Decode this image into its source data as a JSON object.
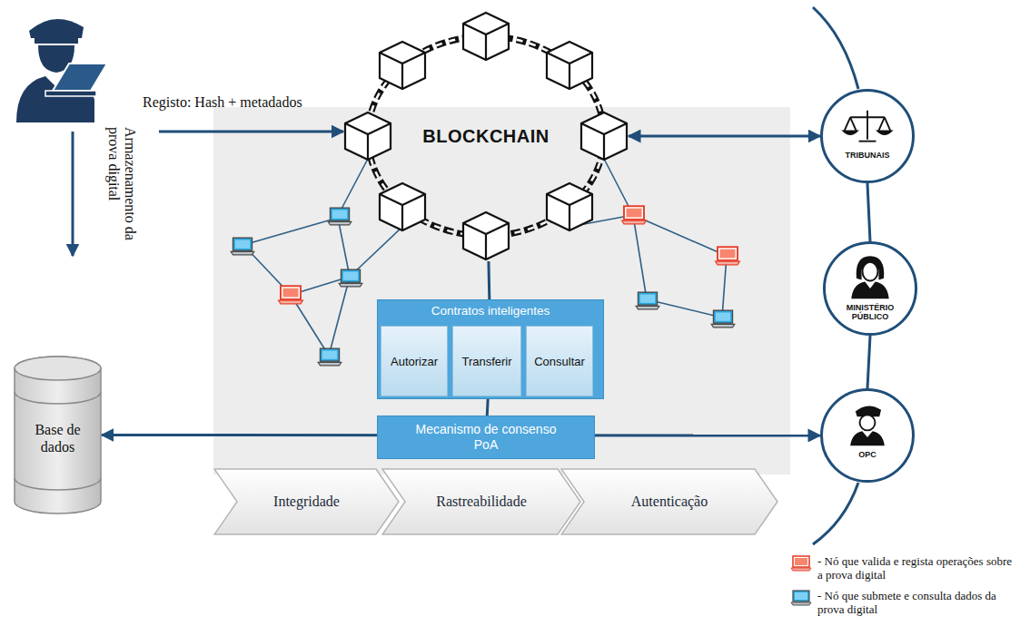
{
  "diagram": {
    "nodes": [
      {
        "text": [
          "BLOCKCHAIN"
        ]
      },
      {
        "text": [
          "TRIBUNAIS"
        ]
      },
      {
        "text": [
          "Contratos inteligentes"
        ]
      },
      {
        "text": [
          "Autorizar"
        ],
        "in": 2
      },
      {
        "text": [
          "Transferir"
        ],
        "in": 2
      },
      {
        "text": [
          "Consultar"
        ],
        "in": 2
      },
      {
        "text": [
          "MINISTÉRIO PÚBLICO"
        ]
      },
      {
        "text": [
          "Base de dados"
        ]
      },
      {
        "text": [
          "Mecanismo de consenso PoA"
        ]
      },
      {
        "text": [
          "OPC"
        ]
      },
      {
        "text": [
          "Integridade"
        ]
      },
      {
        "text": [
          "Rastreabilidade"
        ]
      },
      {
        "text": [
          "Autenticação"
        ]
      }
    ],
    "edges": [
      {
        "from": 0,
        "to": 1,
        "arrow": "both"
      },
      {
        "from": 0,
        "to": 2,
        "arrow": "none"
      },
      {
        "from": 2,
        "to": 8,
        "arrow": "none"
      },
      {
        "from": 7,
        "to": 9,
        "arrow": "both"
      },
      {
        "from": 1,
        "to": 6,
        "arrow": "none"
      },
      {
        "from": 6,
        "to": 9,
        "arrow": "none"
      }
    ],
    "labels": [
      "Registo: Hash + metadados",
      "Armazenamento da prova digital"
    ],
    "legend": [
      {
        "text": "- Nó que valida e regista operações sobre a prova digital"
      },
      {
        "text": "- Nó que submete e consulta dados da prova digital"
      }
    ]
  }
}
